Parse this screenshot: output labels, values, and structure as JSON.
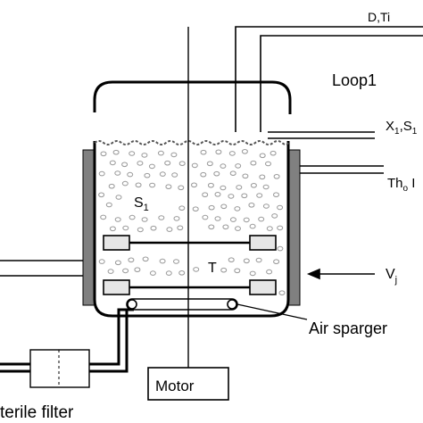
{
  "labels": {
    "d_ti": "D,Ti",
    "loop": "Loop1",
    "x1_s1": "X",
    "x1_sub": "1",
    "x1_rest": ",S",
    "x1_sub2": "1",
    "th": "Th",
    "th_sub": "o",
    "th_rest": " I",
    "s1": "S",
    "s1_sub": "1",
    "t": "T",
    "vj": "V",
    "vj_sub": "j",
    "air_sparger": "Air sparger",
    "motor": "Motor",
    "sterile_filter": "terile filter"
  },
  "colors": {
    "stroke": "#000000",
    "jacket": "#808080",
    "bubble": "#9a9a9a",
    "impeller": "#e6e6e6"
  }
}
